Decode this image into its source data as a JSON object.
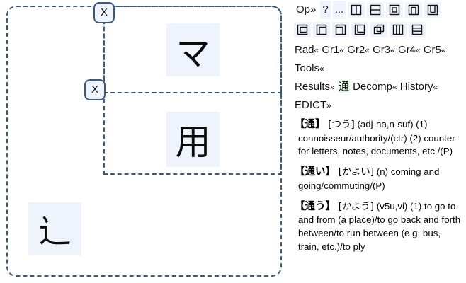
{
  "canvas": {
    "boxes": [
      {
        "name": "outer",
        "close_label": null
      },
      {
        "name": "middle",
        "close_label": "X"
      },
      {
        "name": "inner",
        "close_label": "X"
      }
    ],
    "close_label": "X",
    "tiles": [
      {
        "id": "ma",
        "char": "マ"
      },
      {
        "id": "you",
        "char": "用"
      },
      {
        "id": "radical",
        "char": "辶"
      }
    ],
    "border_color": "#3d5a7a",
    "tile_bg": "#eef3fc"
  },
  "toolbar": {
    "row1": {
      "op_label": "Op»",
      "help_label": "?",
      "more_label": "...",
      "icons": [
        "idc-left-right-icon",
        "idc-above-below-icon",
        "idc-surround-full-icon",
        "idc-surround-above-icon",
        "idc-surround-below-icon"
      ]
    },
    "row2": {
      "icons": [
        "idc-surround-left-icon",
        "idc-surround-upper-left-icon",
        "idc-surround-upper-right-icon",
        "idc-surround-lower-left-icon",
        "idc-overlaid-icon",
        "idc-left-middle-right-icon",
        "idc-above-middle-below-icon"
      ]
    }
  },
  "nav": {
    "line1": [
      {
        "label": "Rad",
        "chev": "«"
      },
      {
        "label": "Gr1",
        "chev": "«"
      },
      {
        "label": "Gr2",
        "chev": "«"
      },
      {
        "label": "Gr3",
        "chev": "«"
      },
      {
        "label": "Gr4",
        "chev": "«"
      },
      {
        "label": "Gr5",
        "chev": "«"
      }
    ],
    "line2": [
      {
        "label": "Tools",
        "chev": "«"
      }
    ],
    "line3_results": {
      "label": "Results",
      "chev": "»"
    },
    "line3_kanji": "通",
    "line3_rest": [
      {
        "label": "Decomp",
        "chev": "«"
      },
      {
        "label": "History",
        "chev": "«"
      }
    ],
    "line4": [
      {
        "label": "EDICT",
        "chev": "»"
      }
    ],
    "kanji_highlight_color": "#e3f6e6"
  },
  "entries": [
    {
      "headword": "【通】",
      "reading": "[つう]",
      "gloss": "(adj-na,n-suf) (1) connoisseur/authority/(ctr) (2) counter for letters, notes, documents, etc./(P)"
    },
    {
      "headword": "【通い】",
      "reading": "[かよい]",
      "gloss": "(n) coming and going/commuting/(P)"
    },
    {
      "headword": "【通う】",
      "reading": "[かよう]",
      "gloss": "(v5u,vi) (1) to go to and from (a place)/to go back and forth between/to run between (e.g. bus, train, etc.)/to ply"
    }
  ]
}
